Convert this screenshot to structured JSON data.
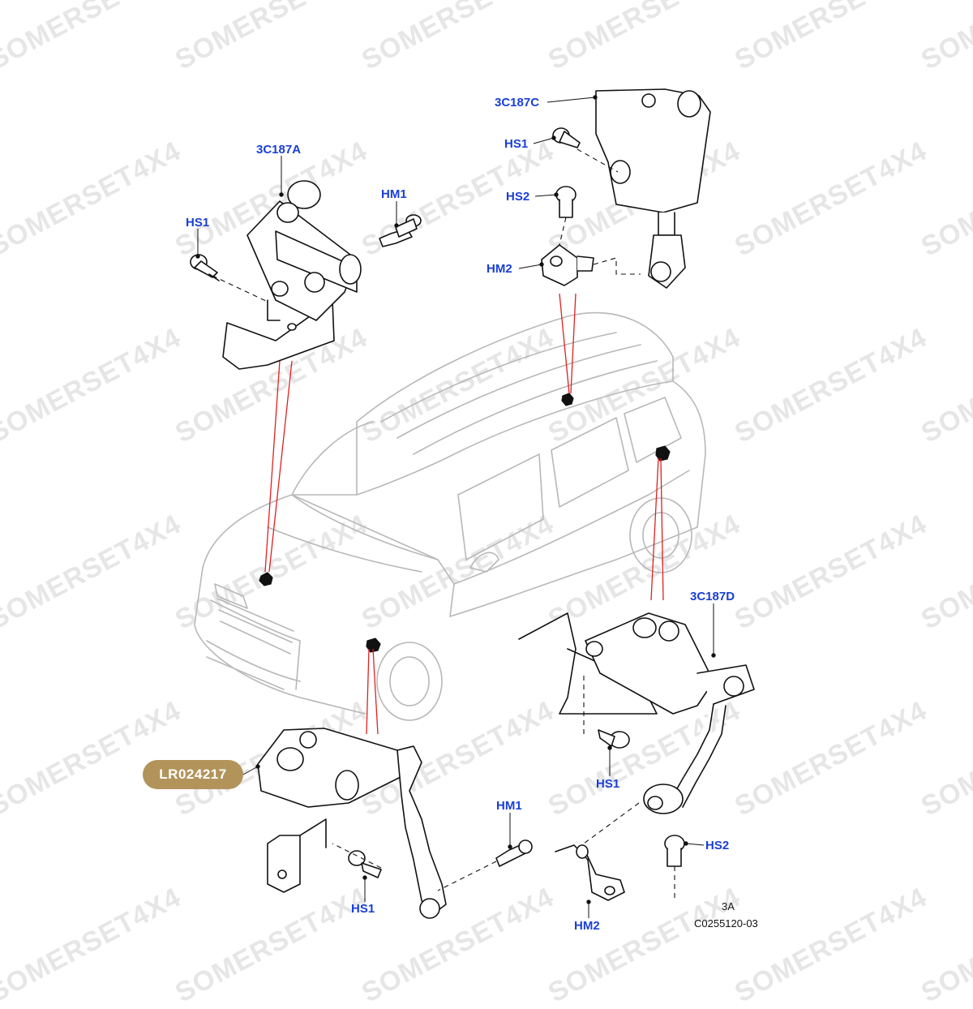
{
  "watermark": {
    "text": "SOMERSET4X4",
    "color": "#e6e6e6"
  },
  "callouts": {
    "c187a": "3C187A",
    "hm1_top": "HM1",
    "hs1_top_left": "HS1",
    "c187c": "3C187C",
    "hs1_top_right": "HS1",
    "hs2_top": "HS2",
    "hm2_top": "HM2",
    "c187d": "3C187D",
    "hs1_mid_right": "HS1",
    "hm1_bottom": "HM1",
    "hs2_bottom": "HS2",
    "hs1_bottom": "HS1",
    "hm2_bottom": "HM2"
  },
  "part_badge": {
    "text": "LR024217",
    "background": "#b2945a",
    "text_color": "#ffffff"
  },
  "reference": {
    "view": "3A",
    "code": "C0255120-03"
  },
  "colors": {
    "callout_text": "#1a3fd6",
    "leader_line": "#e02020",
    "line_art": "#111111",
    "car_outline": "#b8b8b8"
  }
}
